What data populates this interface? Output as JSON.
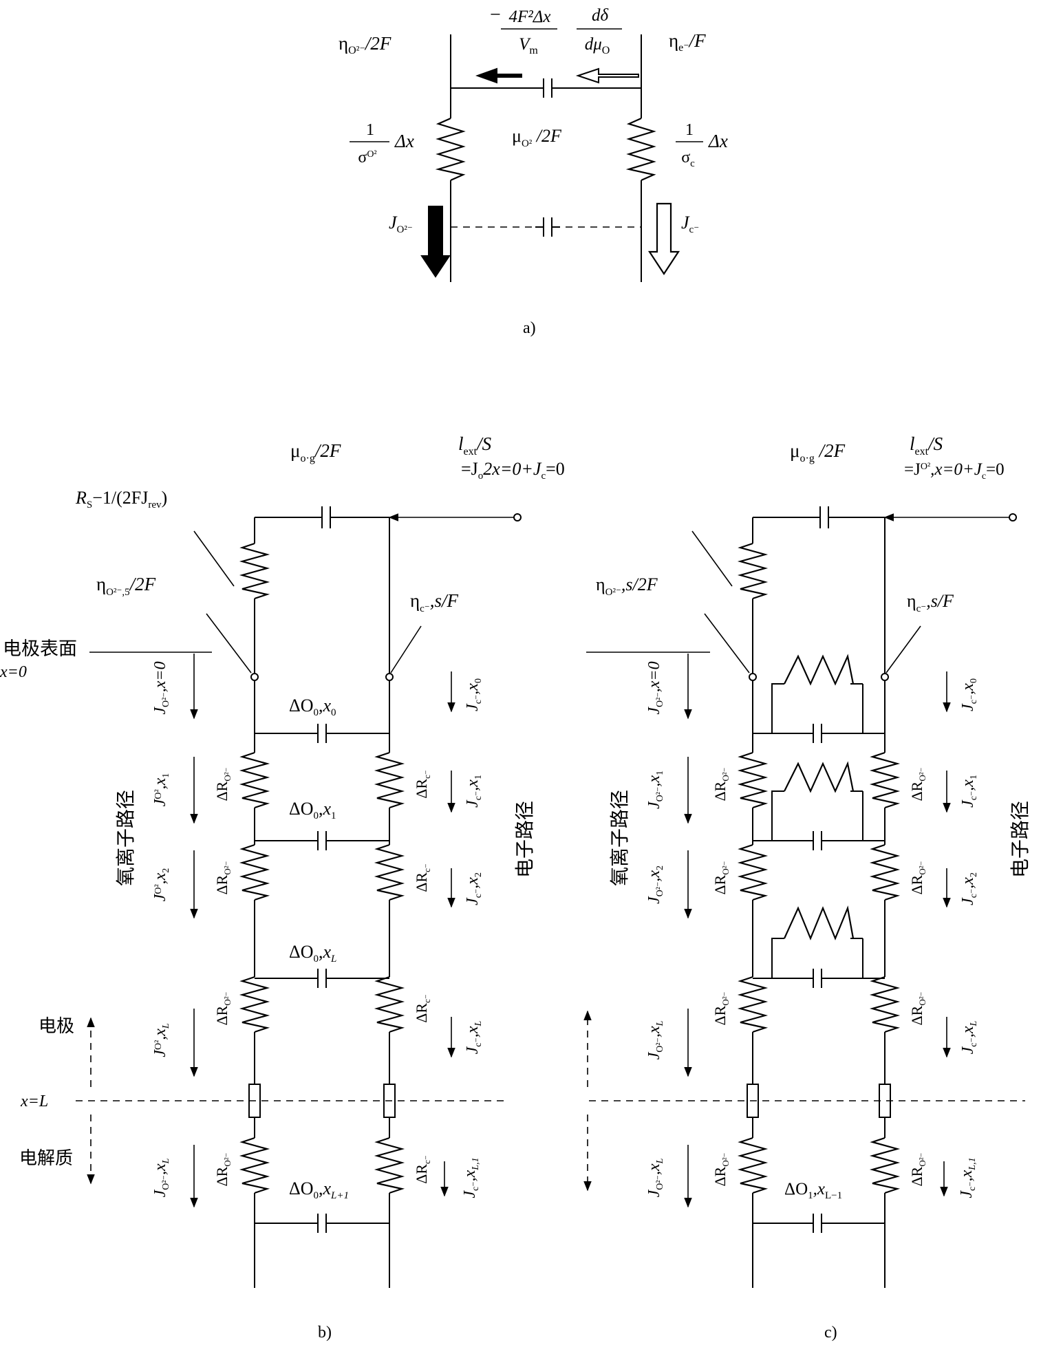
{
  "panel_a": {
    "label": "a)",
    "left_top": "η",
    "left_top_sub": "O²⁻",
    "left_top_tail": "/2F",
    "right_top": "η",
    "right_top_sub": "e⁻",
    "right_top_tail": "/F",
    "cap_top_minus": "−",
    "cap_num1": "4F²Δx",
    "cap_den1": "V",
    "cap_den1_sub": "m",
    "cap_num2": "dδ",
    "cap_den2": "dμ",
    "cap_den2_sub": "O",
    "res_left_num": "1",
    "res_left_den": "σ",
    "res_left_den_sub": "O²",
    "res_left_tail": "Δx",
    "res_right_num": "1",
    "res_right_den": "σ",
    "res_right_den_sub": "c",
    "res_right_tail": "Δx",
    "middle": "μ",
    "middle_sub": "O²",
    "middle_tail": " /2F",
    "j_left": "J",
    "j_left_sub": "O²⁻",
    "j_right": "J",
    "j_right_sub": "c⁻"
  },
  "panel_b": {
    "label": "b)",
    "top_cap": "μ",
    "top_cap_sub": "o·g",
    "top_cap_tail": "/2F",
    "iext": "l",
    "iext_sub": "ext",
    "iext_tail": "/S",
    "iext_eq": "=J",
    "iext_eq_sub": "o",
    "iext_eq_tail": "2x=0+J",
    "iext_eq_sub2": "c",
    "iext_eq_tail2": "=0",
    "rs": "R",
    "rs_sub": "S",
    "rs_tail": "−1/(2FJ",
    "rs_sub2": "rev",
    "rs_tail2": ")",
    "eta_left": "η",
    "eta_left_sub": "O²⁻,5",
    "eta_left_tail": "/2F",
    "eta_right": "η",
    "eta_right_sub": "c⁻",
    "eta_right_tail": ",s/F",
    "surface": "电极表面",
    "x0": "x=0",
    "xL": "x=L",
    "electrode": "电极",
    "electrolyte": "电解质",
    "ion_path": "氧离子路径",
    "electron_path": "电子路径",
    "caps": [
      "ΔO",
      "ΔO",
      "ΔO",
      "ΔO"
    ],
    "caps_sub": [
      "0",
      "0",
      "0",
      "0"
    ],
    "caps_x": [
      "x",
      "x",
      "x",
      "x"
    ],
    "caps_xsub": [
      "0",
      "1",
      "L",
      "L+1"
    ],
    "dR_left": "ΔR",
    "dR_left_sub": "O²⁻",
    "dR_right": "ΔR",
    "dR_right_sub": "c⁻",
    "jl": [
      "J",
      "J",
      "J",
      "J",
      "J"
    ],
    "jl_sub": [
      "O²⁻",
      "O²",
      "O²",
      "O²",
      "O²⁻"
    ],
    "jl_tail": [
      ",x=0",
      ",x",
      ",x",
      ",x",
      ",x"
    ],
    "jl_tsub": [
      "",
      "1",
      "2",
      "L",
      "L"
    ],
    "jr": [
      "J",
      "J",
      "J",
      "J",
      "J"
    ],
    "jr_sub": [
      "c⁻",
      "c⁻",
      "c⁻",
      "c⁻",
      "c⁻"
    ],
    "jr_tail": [
      ",x",
      ",x",
      ",x",
      ",x",
      ",x"
    ],
    "jr_tsub": [
      "0",
      "1",
      "2",
      "L",
      "L,1"
    ]
  },
  "panel_c": {
    "label": "c)",
    "top_cap": "μ",
    "top_cap_sub": "o·g",
    "top_cap_tail": " /2F",
    "iext": "l",
    "iext_sub": "ext",
    "iext_tail": "/S",
    "iext_eq": "=J",
    "iext_eq_sub": "O²",
    "iext_eq_tail": ",x=0+J",
    "iext_eq_sub2": "c",
    "iext_eq_tail2": "=0",
    "eta_left": "η",
    "eta_left_sub": "O²⁻",
    "eta_left_tail": ",s/2F",
    "eta_right": "η",
    "eta_right_sub": "c⁻",
    "eta_right_tail": ",s/F",
    "ion_path": "氧离子路径",
    "electron_path": "电子路径",
    "bottom_cap": "ΔO",
    "bottom_cap_sub": "1",
    "bottom_cap_x": ",x",
    "bottom_cap_xsub": "L−1",
    "dR": "ΔR",
    "dR_sub": "O²⁻",
    "jl": [
      "J",
      "J",
      "J",
      "J",
      "J"
    ],
    "jl_sub": [
      "O²⁻",
      "O²⁻",
      "O²⁻",
      "O²⁻",
      "O²⁻"
    ],
    "jl_tail": [
      ",x=0",
      ",x",
      ",x",
      ",x",
      ",x"
    ],
    "jl_tsub": [
      "",
      "1",
      "2",
      "L",
      "L"
    ],
    "jr": [
      "J",
      "J",
      "J",
      "J",
      "J"
    ],
    "jr_sub": [
      "c⁻",
      "c⁻",
      "c⁻",
      "c⁻",
      "c⁻"
    ],
    "jr_tail": [
      ",x",
      ",x",
      ",x",
      ",x",
      ",x"
    ],
    "jr_tsub": [
      "0",
      "1",
      "2",
      "L",
      "L,1"
    ]
  }
}
